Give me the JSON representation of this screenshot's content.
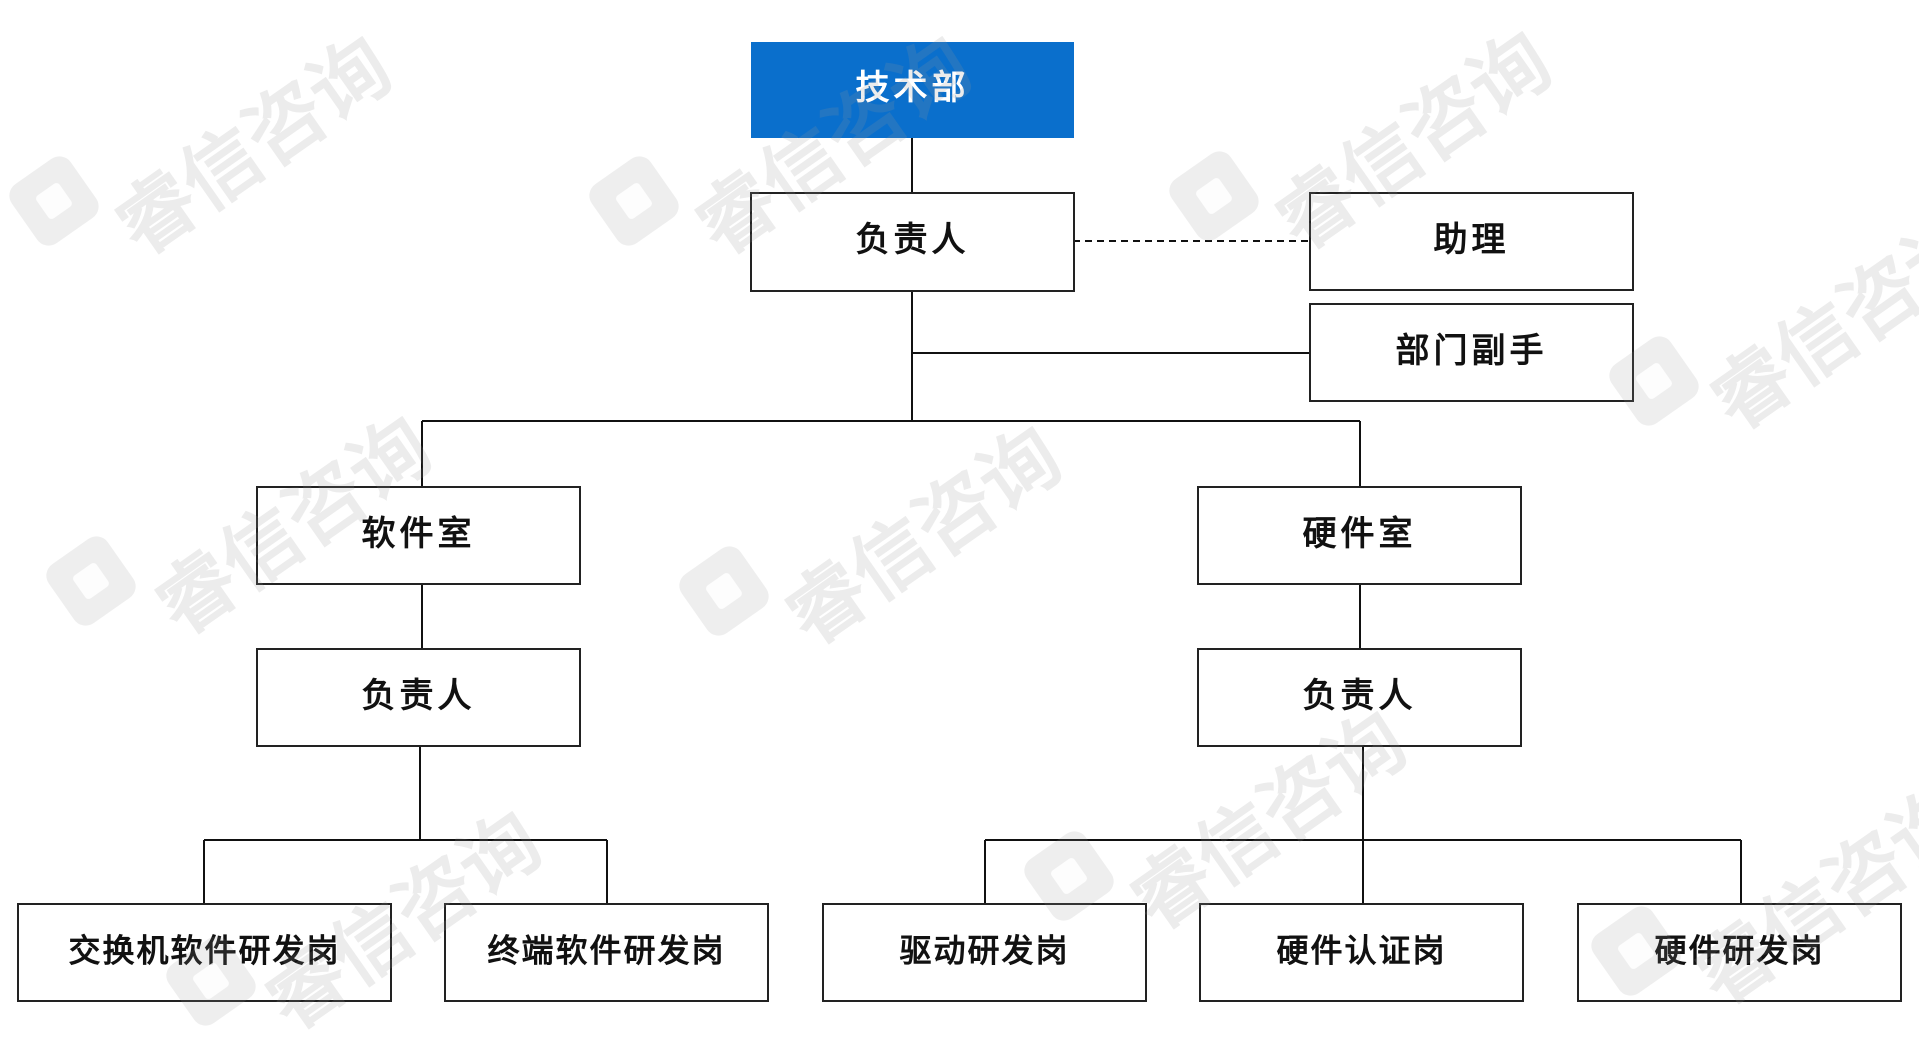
{
  "colors": {
    "top_fill": "#0a6fcc",
    "top_text": "#ffffff",
    "box_stroke": "#222222",
    "text": "#111111",
    "line": "#111111"
  },
  "nodes": {
    "tech_dept": "技术部",
    "director": "负责人",
    "assistant": "助理",
    "deputy": "部门副手",
    "software_room": "软件室",
    "hardware_room": "硬件室",
    "software_lead": "负责人",
    "hardware_lead": "负责人",
    "switch_software": "交换机软件研发岗",
    "terminal_software": "终端软件研发岗",
    "driver_dev": "驱动研发岗",
    "hardware_cert": "硬件认证岗",
    "hardware_dev": "硬件研发岗"
  },
  "watermark": {
    "text": "睿信咨询"
  }
}
